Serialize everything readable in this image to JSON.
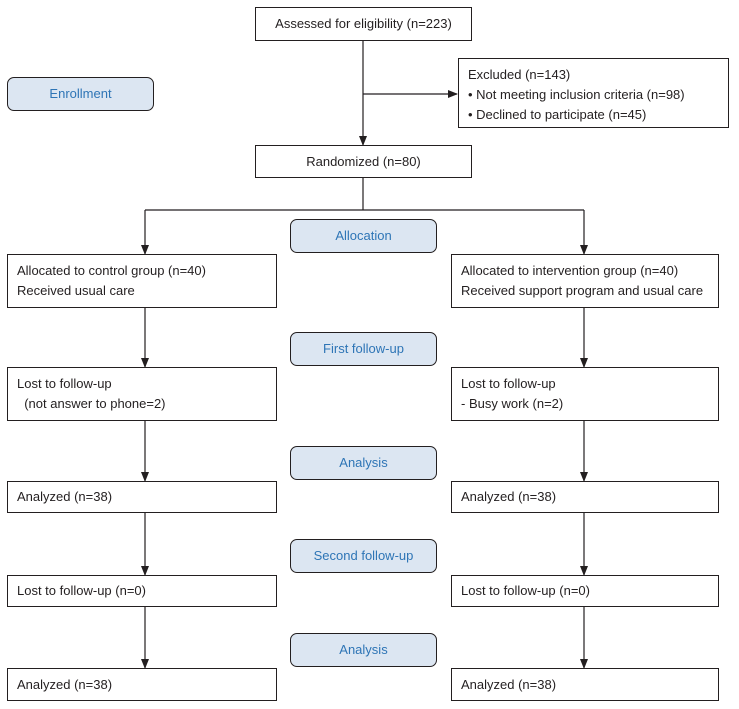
{
  "colors": {
    "stage_fill": "#dce6f2",
    "stage_text": "#2e75b6",
    "line": "#231f20"
  },
  "stages": {
    "enrollment": "Enrollment",
    "allocation": "Allocation",
    "first_follow_up": "First follow-up",
    "analysis_1": "Analysis",
    "second_follow_up": "Second follow-up",
    "analysis_2": "Analysis"
  },
  "top": {
    "assessed": "Assessed for eligibility (n=223)",
    "excluded": {
      "title": "Excluded (n=143)",
      "items": [
        "• Not meeting inclusion criteria (n=98)",
        "• Declined to participate (n=45)"
      ]
    },
    "randomized": "Randomized (n=80)"
  },
  "control": {
    "allocated": [
      "Allocated to control group (n=40)",
      "Received usual care"
    ],
    "lost_1": [
      "Lost to follow-up",
      "  (not answer to phone=2)"
    ],
    "analyzed_1": "Analyzed (n=38)",
    "lost_2": "Lost to follow-up (n=0)",
    "analyzed_2": "Analyzed (n=38)"
  },
  "intervention": {
    "allocated": [
      "Allocated to intervention group (n=40)",
      "Received support program and usual care"
    ],
    "lost_1": [
      "Lost to follow-up",
      "- Busy work (n=2)"
    ],
    "analyzed_1": "Analyzed (n=38)",
    "lost_2": "Lost to follow-up (n=0)",
    "analyzed_2": "Analyzed (n=38)"
  }
}
